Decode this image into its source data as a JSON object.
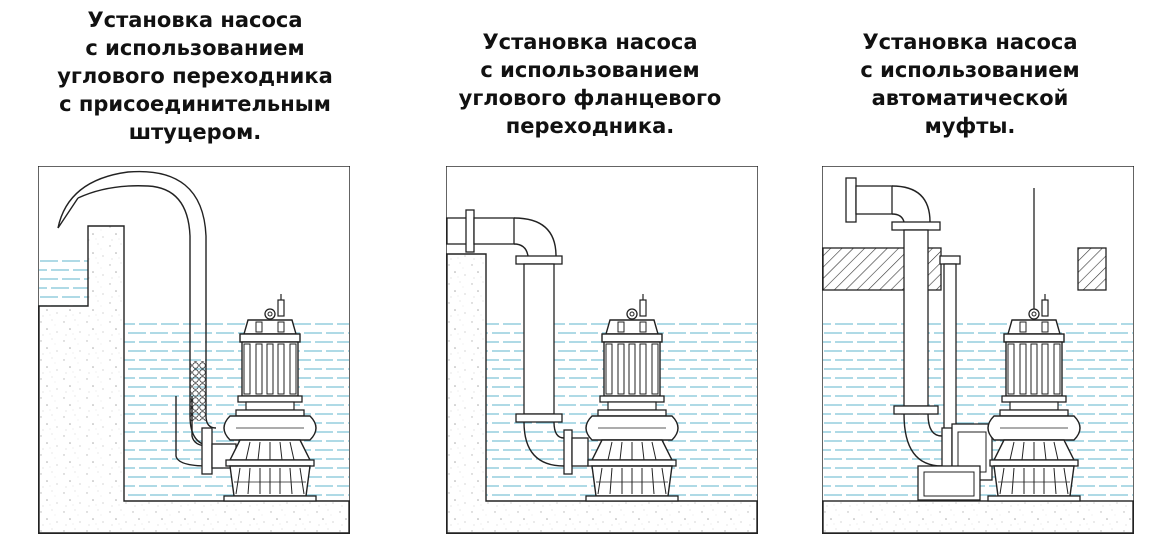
{
  "panels": [
    {
      "title_lines": [
        "Установка насоса",
        "с использованием",
        "углового переходника",
        "с присоединительным",
        "штуцером."
      ]
    },
    {
      "title_lines": [
        "Установка насоса",
        "с использованием",
        "углового фланцевого",
        "переходника."
      ]
    },
    {
      "title_lines": [
        "Установка насоса",
        "с использованием",
        "автоматической",
        "муфты."
      ]
    }
  ],
  "colors": {
    "line": "#222222",
    "water": "#7fc4d8",
    "concrete": "#bbbbbb",
    "background": "#ffffff"
  },
  "icons": [
    "submersible-pump-icon",
    "pipe-elbow-icon",
    "flange-icon",
    "guide-rail-icon"
  ]
}
